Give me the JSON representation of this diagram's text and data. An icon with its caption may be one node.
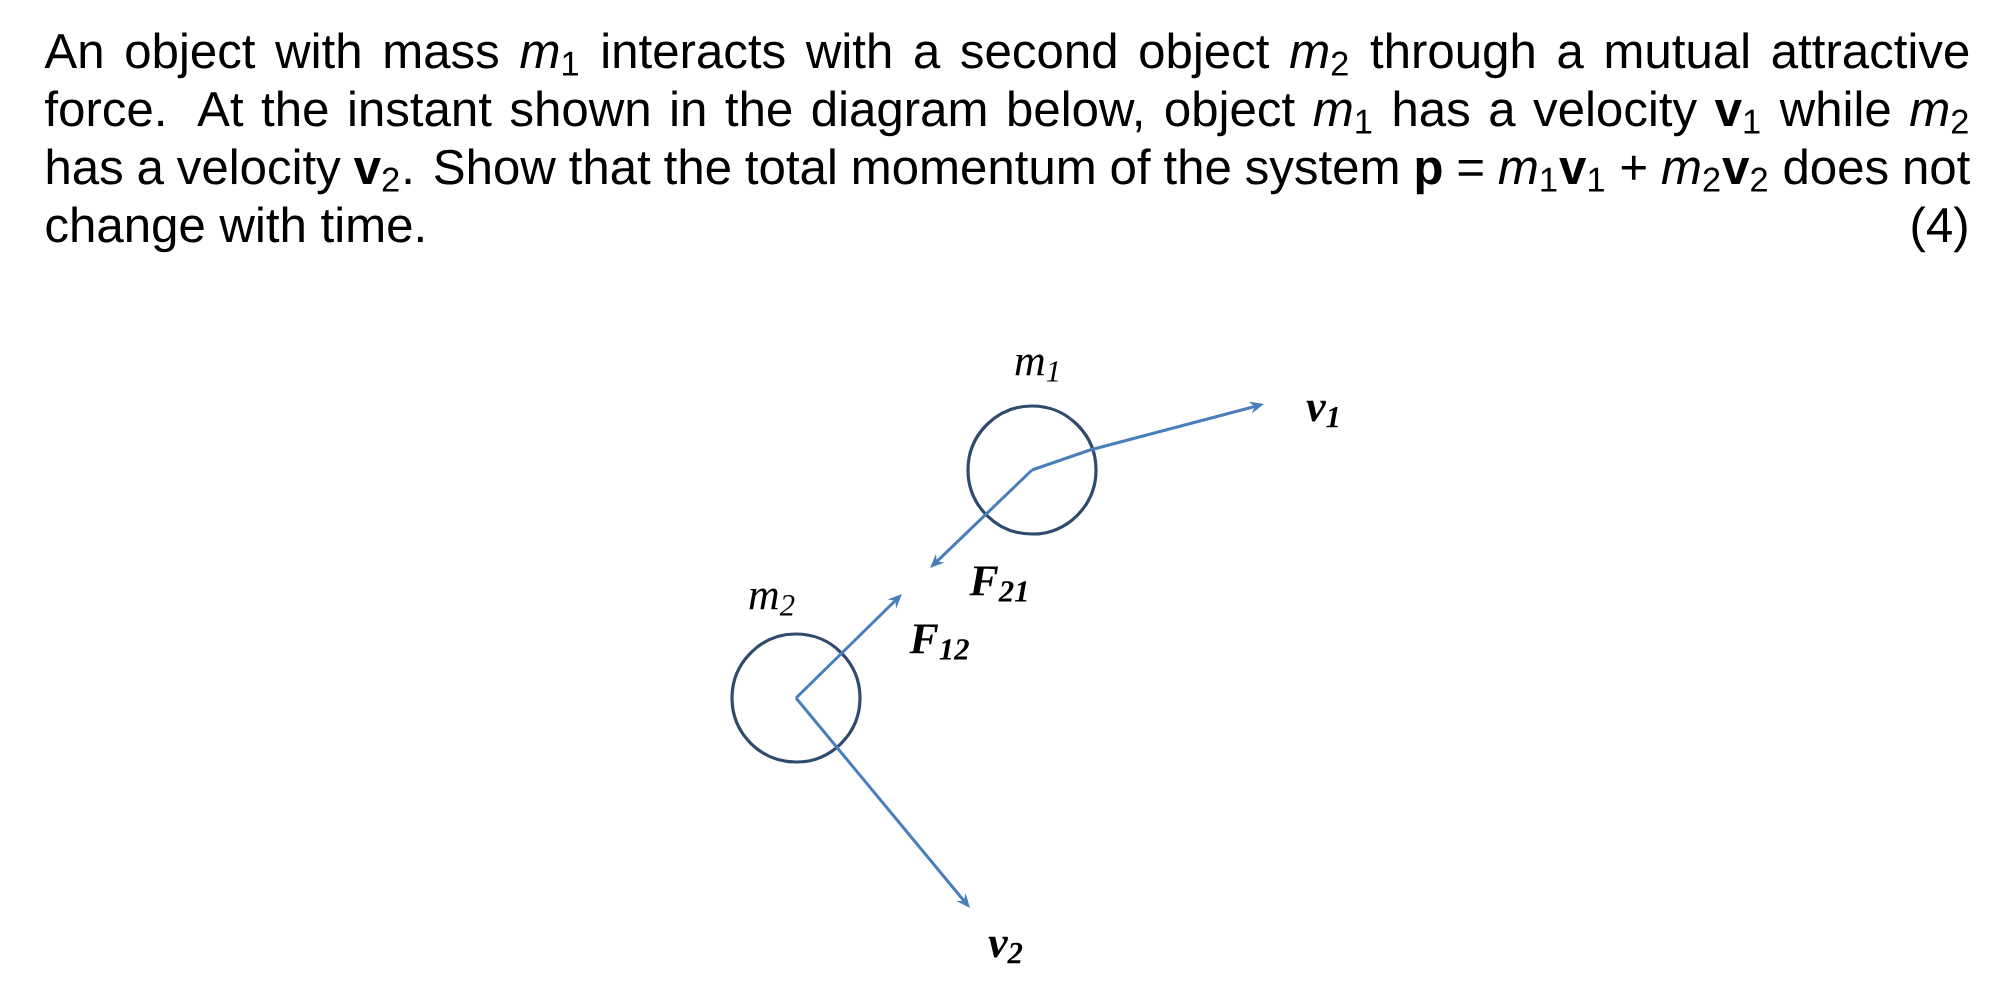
{
  "diagram": {
    "nodes": [
      {
        "text": [
          "m$_{1}$"
        ]
      },
      {
        "text": [
          "m$_{2}$"
        ]
      }
    ],
    "edges": [
      {
        "from": 0,
        "to": null,
        "arrow": "to",
        "label": "v$_{1}$"
      },
      {
        "from": 0,
        "to": null,
        "arrow": "to",
        "label": "F$_{21}$"
      },
      {
        "from": 1,
        "to": null,
        "arrow": "to",
        "label": "F$_{12}$"
      },
      {
        "from": 1,
        "to": null,
        "arrow": "to",
        "label": "v$_{2}$"
      }
    ],
    "labels": [
      "An object with mass *m*$_{1}$ interacts with a second object *m*$_{2}$ through a mutual attractive force. At the instant shown in the diagram below, object *m*$_{1}$ has a velocity **v**$_{1}$ while *m*$_{2}$ has a velocity **v**$_{2}$. Show that the total momentum of the system **p** = *m*$_{1}$**v**$_{1}$ + *m*$_{2}$**v**$_{2}$ does not change with time.",
      "(4)"
    ]
  }
}
